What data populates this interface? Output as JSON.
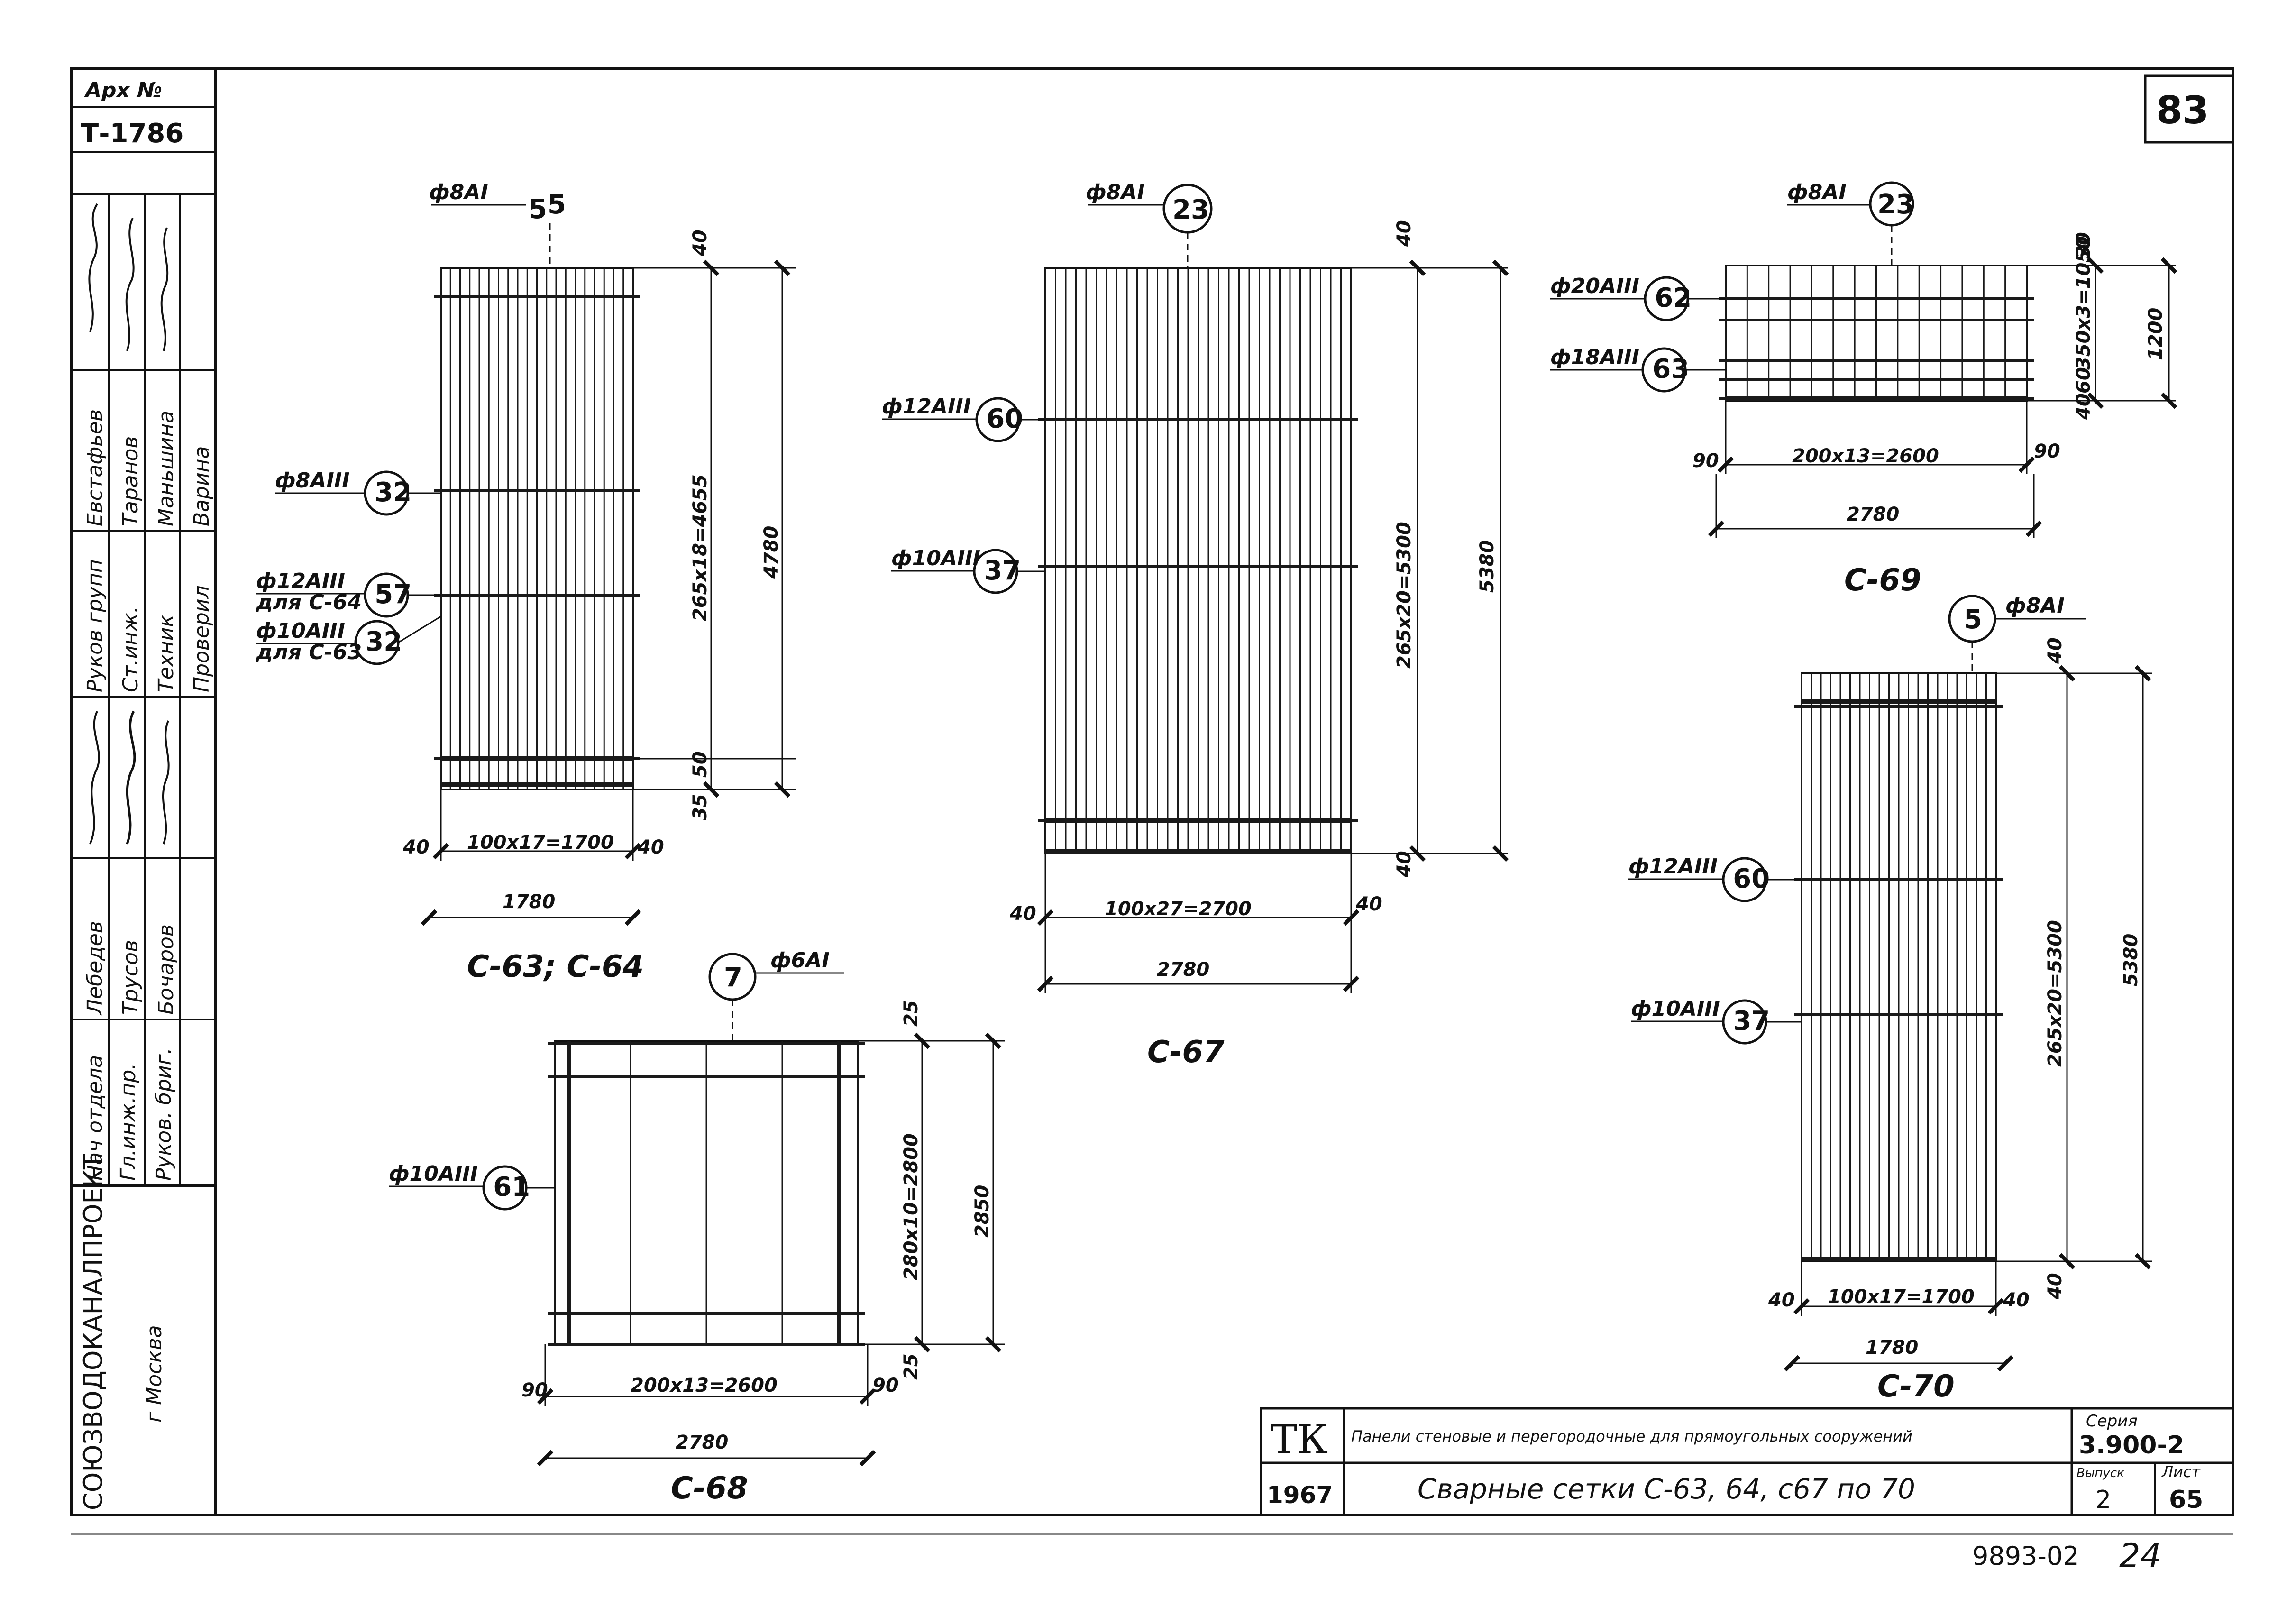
{
  "archive": {
    "label": "Арх №",
    "number": "Т-1786"
  },
  "sheet_number": "83",
  "side_block": {
    "rows": [
      {
        "role": "Нач отдела",
        "name": "Лебедев"
      },
      {
        "role": "Гл.инж.пр.",
        "name": "Трусов"
      },
      {
        "role": "Руков. бриг.",
        "name": "Бочаров"
      },
      {
        "role": "Руков групп",
        "name": "Евстафьев"
      },
      {
        "role": "Ст.инж.",
        "name": "Таранов"
      },
      {
        "role": "Техник",
        "name": "Маньшина"
      },
      {
        "role": "Проверил",
        "name": "Варина"
      }
    ],
    "organization": "СОЮЗВОДОКАНАЛПРОЕКТ",
    "city": "г Москва"
  },
  "meshes": {
    "c63": {
      "caption": "С-63; С-64",
      "top_bar": "ф8АI",
      "top_bar_no": "5",
      "bar_a": "ф8АIII",
      "bar_a_no": "32",
      "bar_b": "ф12АIII",
      "bar_b_note": "для С-64",
      "bar_b_no": "57",
      "bar_c": "ф10АIII",
      "bar_c_note": "для С-63",
      "bar_c_no": "32",
      "dim_top": "40",
      "dim_step": "265х18=4655",
      "dim_total": "4780",
      "dim_bot1": "50",
      "dim_bot2": "35",
      "dim_left": "40",
      "dim_span": "100х17=1700",
      "dim_right": "40",
      "dim_width": "1780"
    },
    "c67": {
      "caption": "С-67",
      "top_bar": "ф8АI",
      "top_bar_no": "23",
      "bar_a": "ф12АIII",
      "bar_a_no": "60",
      "bar_b": "ф10АIII",
      "bar_b_no": "37",
      "dim_top": "40",
      "dim_step": "265х20=5300",
      "dim_total": "5380",
      "dim_bot": "40",
      "dim_left": "40",
      "dim_span": "100х27=2700",
      "dim_right": "40",
      "dim_width": "2780"
    },
    "c68": {
      "caption": "С-68",
      "top_bar": "ф6АI",
      "top_bar_no": "7",
      "bar_a": "ф10АIII",
      "bar_a_no": "61",
      "dim_top": "25",
      "dim_step": "280х10=2800",
      "dim_total": "2850",
      "dim_bot": "25",
      "dim_left": "90",
      "dim_span": "200х13=2600",
      "dim_right": "90",
      "dim_width": "2780"
    },
    "c69": {
      "caption": "С-69",
      "top_bar": "ф8АI",
      "top_bar_no": "23",
      "bar_a": "ф20АIII",
      "bar_a_no": "62",
      "bar_b": "ф18АIII",
      "bar_b_no": "63",
      "dim_top": "30",
      "dim_step": "350х3=1050",
      "dim_total": "1200",
      "dim_bot1": "60",
      "dim_bot2": "40",
      "dim_left": "90",
      "dim_span": "200х13=2600",
      "dim_right": "90",
      "dim_width": "2780"
    },
    "c70": {
      "caption": "С-70",
      "top_bar": "ф8АI",
      "top_bar_no": "5",
      "bar_a": "ф12АIII",
      "bar_a_no": "60",
      "bar_b": "ф10АIII",
      "bar_b_no": "37",
      "dim_top": "40",
      "dim_step": "265х20=5300",
      "dim_total": "5380",
      "dim_bot": "40",
      "dim_left": "40",
      "dim_span": "100х17=1700",
      "dim_right": "40",
      "dim_width": "1780"
    }
  },
  "title_block": {
    "tk": "ТК",
    "year": "1967",
    "project": "Панели стеновые и перегородочные для прямоугольных сооружений",
    "title": "Сварные сетки С-63, 64, с67 по 70",
    "series_label": "Серия",
    "series": "3.900-2",
    "issue_label": "Выпуск",
    "issue": "2",
    "sheet_label": "Лист",
    "sheet": "65"
  },
  "stamp": {
    "code": "9893-02",
    "page": "24"
  }
}
